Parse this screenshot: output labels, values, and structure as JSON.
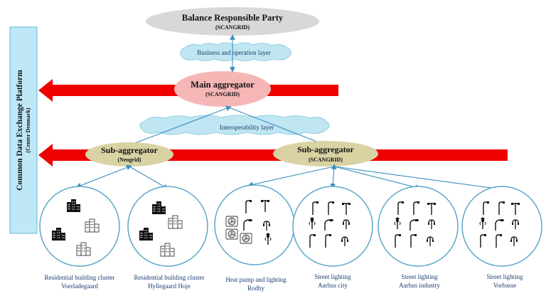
{
  "brp": {
    "title": "Balance Responsible Party",
    "sub": "(SCANGRID)"
  },
  "business_layer": "Business and operation layer",
  "main": {
    "title": "Main aggregator",
    "sub": "(SCANGRID)"
  },
  "interop_layer": "Interoperability layer",
  "sub_left": {
    "title": "Sub-aggregator",
    "sub": "(Neogrid)"
  },
  "sub_right": {
    "title": "Sub-aggregator",
    "sub": "(SCANGRID)"
  },
  "platform": {
    "title": "Common Data Exchange Platform",
    "sub": "(Center Denmark)"
  },
  "clusters": [
    {
      "line1": "Residential building cluster",
      "line2": "Voerladegaard"
    },
    {
      "line1": "Residential building cluster",
      "line2": "Hyllegaard Hoje"
    },
    {
      "line1": "Heat pump and lighting",
      "line2": "Rodby"
    },
    {
      "line1": "Street lighting",
      "line2": "Aarhus city"
    },
    {
      "line1": "Street lighting",
      "line2": "Aarhus industry"
    },
    {
      "line1": "Street lighting",
      "line2": "Vorbasse"
    }
  ],
  "colors": {
    "arrow_red": "#ee0000",
    "line_blue": "#3a8fbf",
    "brp_fill": "#d8d8d8",
    "main_fill": "#f6b6b6",
    "sub_fill": "#d9d3a4",
    "cloud_fill": "#bfe6f2",
    "platform_fill": "#bfe8f7"
  }
}
